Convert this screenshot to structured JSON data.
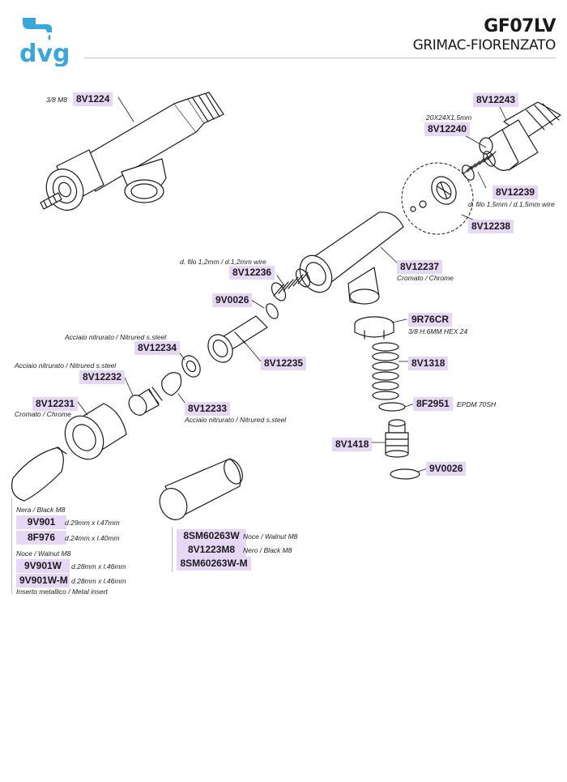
{
  "header": {
    "logo_text": "dvg",
    "model": "GF07LV",
    "brand": "GRIMAC-FIORENZATO"
  },
  "parts": {
    "p8V1224": {
      "code": "8V1224",
      "note": "3/8 M8"
    },
    "p8V12243": {
      "code": "8V12243"
    },
    "p8V12240": {
      "code": "8V12240",
      "note": "20X24X1,5mm"
    },
    "p8V12239": {
      "code": "8V12239",
      "note": "d. filo 1,5mm / d.1,5mm wire"
    },
    "p8V12238": {
      "code": "8V12238"
    },
    "p8V12236": {
      "code": "8V12236",
      "note": "d. filo 1,2mm / d.1,2mm wire"
    },
    "p8V12237": {
      "code": "8V12237",
      "note": "Cromato / Chrome"
    },
    "p9V0026a": {
      "code": "9V0026"
    },
    "p9R76CR": {
      "code": "9R76CR",
      "note": "3/8 H.6MM HEX 24"
    },
    "p8V12234": {
      "code": "8V12234",
      "note": "Acciaio nitrurato / Nitrured s.steel"
    },
    "p8V12235": {
      "code": "8V12235"
    },
    "p8V1318": {
      "code": "8V1318"
    },
    "p8V12232": {
      "code": "8V12232",
      "note": "Acciaio nitrurato / Nitrured s.steel"
    },
    "p8F2951": {
      "code": "8F2951",
      "note": "EPDM 70SH"
    },
    "p8V12231": {
      "code": "8V12231",
      "note": "Cromato / Chrome"
    },
    "p8V12233": {
      "code": "8V12233",
      "note": "Acciaio nitrurato / Nitrured s.steel"
    },
    "p8V1418": {
      "code": "8V1418"
    },
    "p9V0026b": {
      "code": "9V0026"
    }
  },
  "knob_list": {
    "title": "Nera / Black M8",
    "items": [
      {
        "code": "9V901",
        "note": "d.29mm x l.47mm"
      },
      {
        "code": "8F976",
        "note": "d.24mm x l.40mm"
      }
    ],
    "subtitle": "Noce / Walnut M8",
    "items2": [
      {
        "code": "9V901W",
        "note": "d.28mm x l.46mm"
      },
      {
        "code": "9V901W-M",
        "note": "d.28mm x l.46mm"
      }
    ],
    "footer": "Inserto metallico / Metal insert"
  },
  "handle_list": {
    "items": [
      {
        "code": "8SM60263W",
        "note": "Noce / Walnut M8"
      },
      {
        "code": "8V1223M8",
        "note": "Nero / Black M8"
      },
      {
        "code": "8SM60263W-M",
        "note": ""
      }
    ]
  },
  "colors": {
    "label_bg": "#e6d7f5",
    "logo_blue": "#3aa6d9",
    "line": "#1a1a1a"
  }
}
